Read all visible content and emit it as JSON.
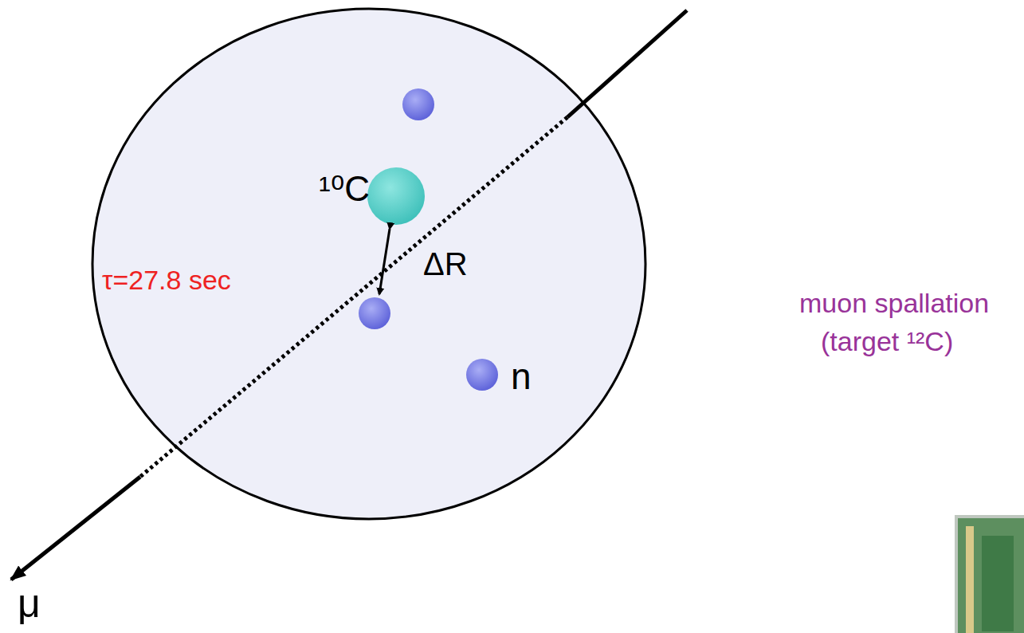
{
  "diagram": {
    "nodes": [
      {
        "text": [
          "¹⁰C"
        ]
      },
      {
        "text": [
          "n"
        ]
      }
    ],
    "labels": [
      "τ=27.8 sec",
      "ΔR",
      "muon spallation",
      "(target ¹²C)",
      "μ"
    ]
  }
}
